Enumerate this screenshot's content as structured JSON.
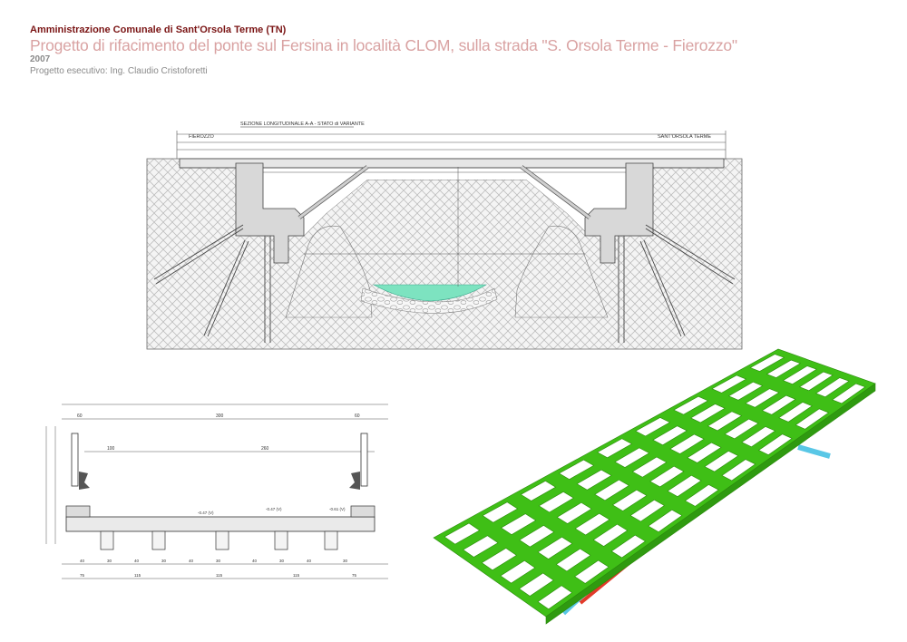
{
  "header": {
    "organization": "Amministrazione Comunale di Sant'Orsola Terme (TN)",
    "project_title": "Progetto di rifacimento del ponte sul Fersina in località CLOM, sulla strada \"S. Orsola Terme - Fierozzo\"",
    "year": "2007",
    "credits": "Progetto esecutivo: Ing. Claudio Cristoforetti"
  },
  "longitudinal_section": {
    "title": "SEZIONE LONGITUDINALE A-A - STATO di VARIANTE",
    "left_end_label": "FIEROZZO",
    "right_end_label": "SANT'ORSOLA TERME"
  },
  "cross_section": {
    "top_dims": [
      "60",
      "300",
      "60"
    ],
    "inner_dims": [
      "100",
      "260"
    ],
    "bottom_dims_row1": [
      "40",
      "30",
      "40",
      "30",
      "40",
      "30",
      "40",
      "30",
      "40",
      "30"
    ],
    "bottom_dims_row2": [
      "75",
      "115",
      "115",
      "115",
      "75"
    ],
    "level_labels": [
      "-0.47 (V)",
      "-0.47 (V)",
      "-0.61 (V)"
    ]
  },
  "colors": {
    "organization": "#7a1414",
    "title": "#d9a2a2",
    "water": "#7de3c0",
    "grid_green": "#3fbf16",
    "brace_cyan": "#59c7e6",
    "accent_red": "#e23a2a"
  }
}
